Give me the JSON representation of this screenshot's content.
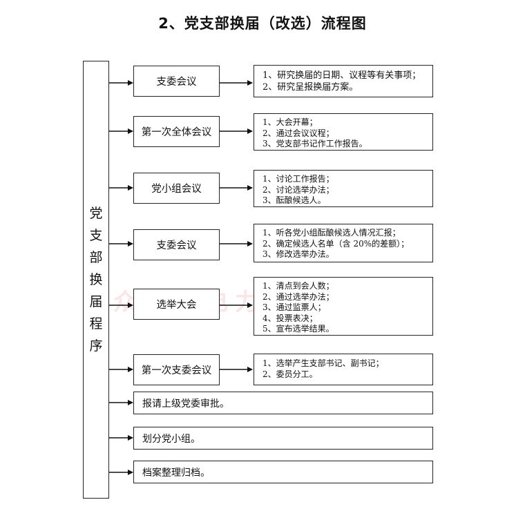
{
  "title": "2、党支部换届（改选）流程图",
  "side_label": [
    "党",
    "支",
    "部",
    "换",
    "届",
    "程",
    "序"
  ],
  "steps": [
    {
      "label": "支委会议",
      "details": [
        "1、研究换届的日期、议程等有关事项；",
        "2、研究呈报换届方案。"
      ]
    },
    {
      "label": "第一次全体会议",
      "details": [
        "1、大会开幕；",
        "2、通过会议议程；",
        "3、党支部书记作工作报告。"
      ]
    },
    {
      "label": "党小组会议",
      "details": [
        "1、讨论工作报告；",
        "2、讨论选举办法；",
        "3、酝酿候选人。"
      ]
    },
    {
      "label": "支委会议",
      "details": [
        "1、听各党小组酝酿候选人情况汇报；",
        "2、确定候选人名单（含 20%的差额）；",
        "3、修改选举办法。"
      ]
    },
    {
      "label": "选举大会",
      "details": [
        "1、清点到会人数；",
        "2、通过选举办法；",
        "3、通过监票人；",
        "4、投票表决；",
        "5、宣布选举结果。"
      ]
    },
    {
      "label": "第一次支委会议",
      "details": [
        "1、选举产生支部书记、副书记；",
        "2、委员分工。"
      ]
    },
    {
      "label": "报请上级党委审批。"
    },
    {
      "label": "划分党小组。"
    },
    {
      "label": "档案整理归档。"
    }
  ],
  "watermark": "公众号：电力党建在线"
}
